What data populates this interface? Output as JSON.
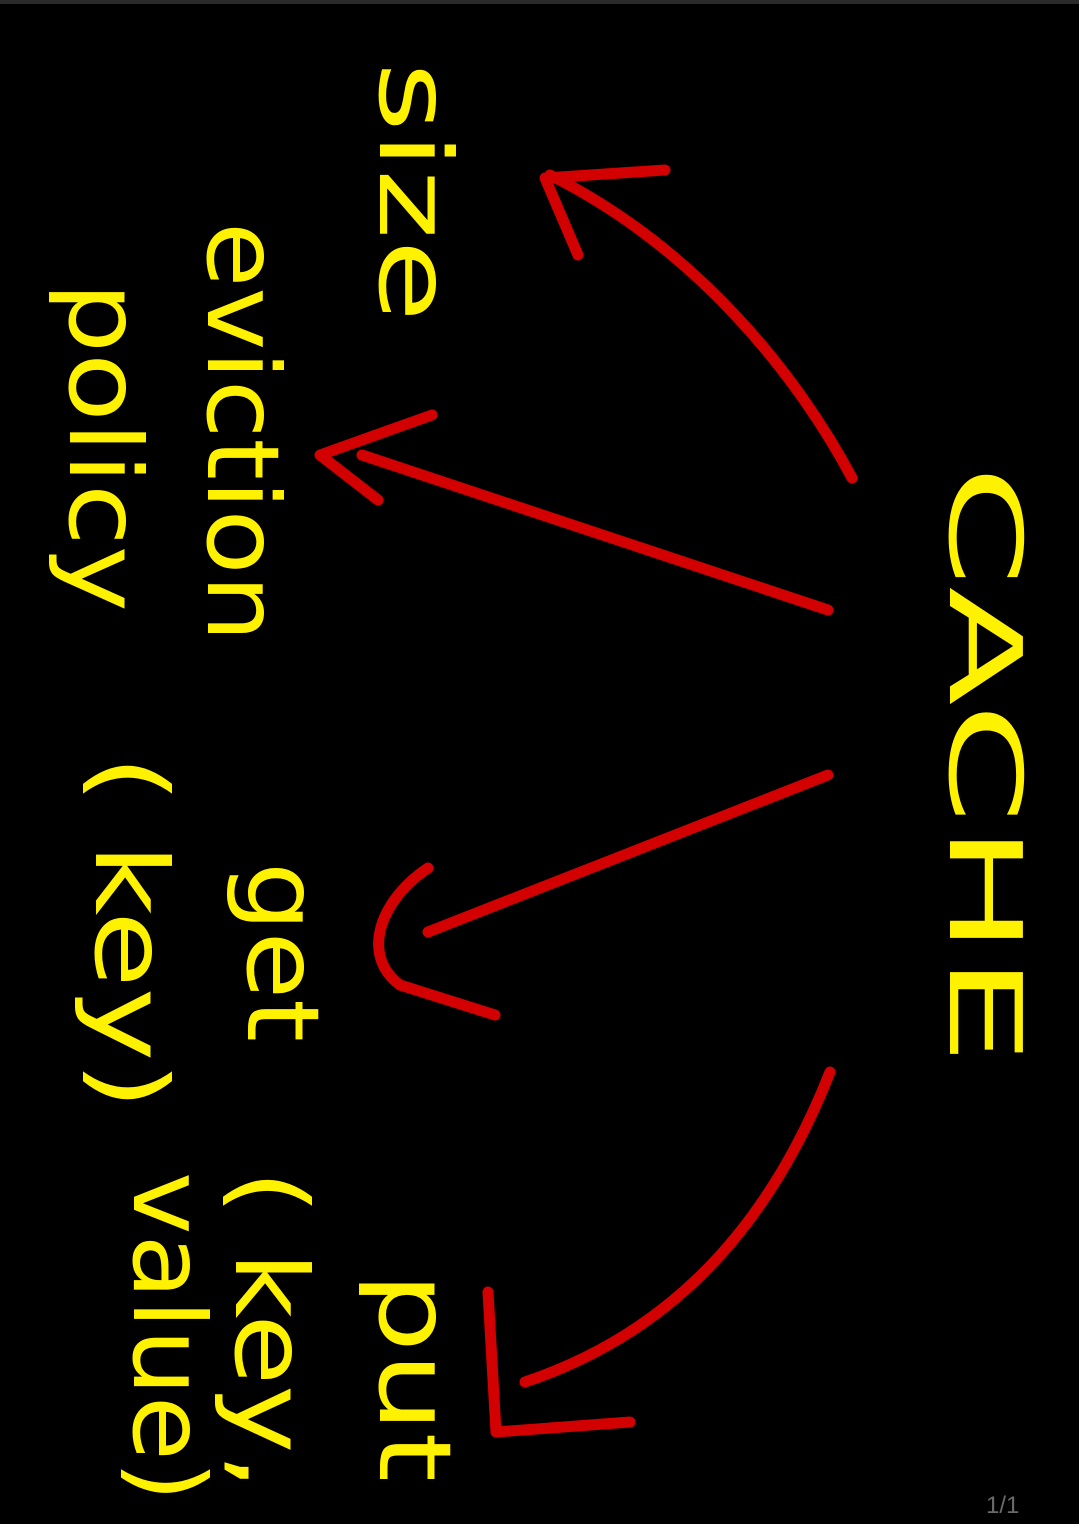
{
  "diagram": {
    "root": "CACHE",
    "nodes": {
      "size": "size",
      "eviction": "eviction",
      "policy": "policy",
      "get": "get",
      "get_args": "( key)",
      "put": "put",
      "put_args_1": "( key,",
      "put_args_2": "value)"
    },
    "colors": {
      "background": "#000000",
      "text": "#FFF200",
      "arrows": "#D20000"
    }
  },
  "viewer": {
    "page_counter": "1/1"
  }
}
